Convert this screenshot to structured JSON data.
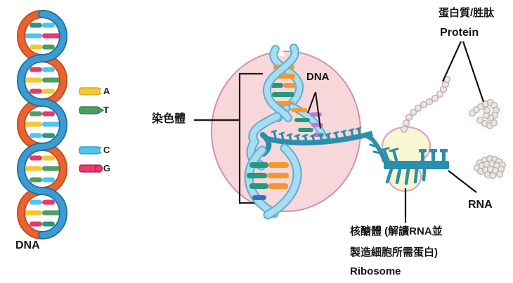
{
  "left_panel": {
    "dna_label": "DNA",
    "legend": [
      {
        "base": "A",
        "color": "#f5c832"
      },
      {
        "base": "T",
        "color": "#4d9f63"
      },
      {
        "base": "C",
        "color": "#4ec4f0"
      },
      {
        "base": "G",
        "color": "#e8396b"
      }
    ]
  },
  "nucleus": {
    "chromosome_label": "染色體",
    "dna_label": "DNA"
  },
  "synthesis": {
    "protein_label_zh": "蛋白質/胜肽",
    "protein_label_en": "Protein",
    "rna_label": "RNA",
    "ribosome_line1": "核醣體 (解讀RNA並",
    "ribosome_line2": "製造細胞所需蛋白)",
    "ribosome_label_en": "Ribosome"
  },
  "colors": {
    "helix_strand_orange": "#e86330",
    "helix_strand_blue": "#3d9bd1",
    "base_yellow": "#f5c832",
    "base_green": "#4d9f63",
    "base_cyan": "#4ec4f0",
    "base_red": "#e8396b",
    "nucleus_fill": "#f8d7da",
    "nucleus_border": "#d08fb6",
    "chromosome_ribbon": "#a8dcee",
    "chromosome_ribbon_edge": "#57b0d4",
    "rung_orange": "#f2992e",
    "rung_green": "#27987a",
    "rung_purple": "#b77fd4",
    "rung_blue": "#3f6ebf",
    "mrna_teal": "#2a8fab",
    "ribosome_fill": "#f9f6d2",
    "ribosome_border": "#dcaabf",
    "bead_fill": "#ddeed8",
    "bead_border": "#cf9fb8",
    "pointer_black": "#111111"
  }
}
